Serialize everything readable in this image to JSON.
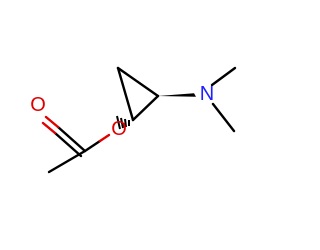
{
  "molecule": {
    "atoms": {
      "carbonyl_oxygen": {
        "symbol": "O",
        "color": "#e00000"
      },
      "ester_oxygen": {
        "symbol": "O",
        "color": "#e00000"
      },
      "nitrogen": {
        "symbol": "N",
        "color": "#2020ff"
      }
    }
  }
}
